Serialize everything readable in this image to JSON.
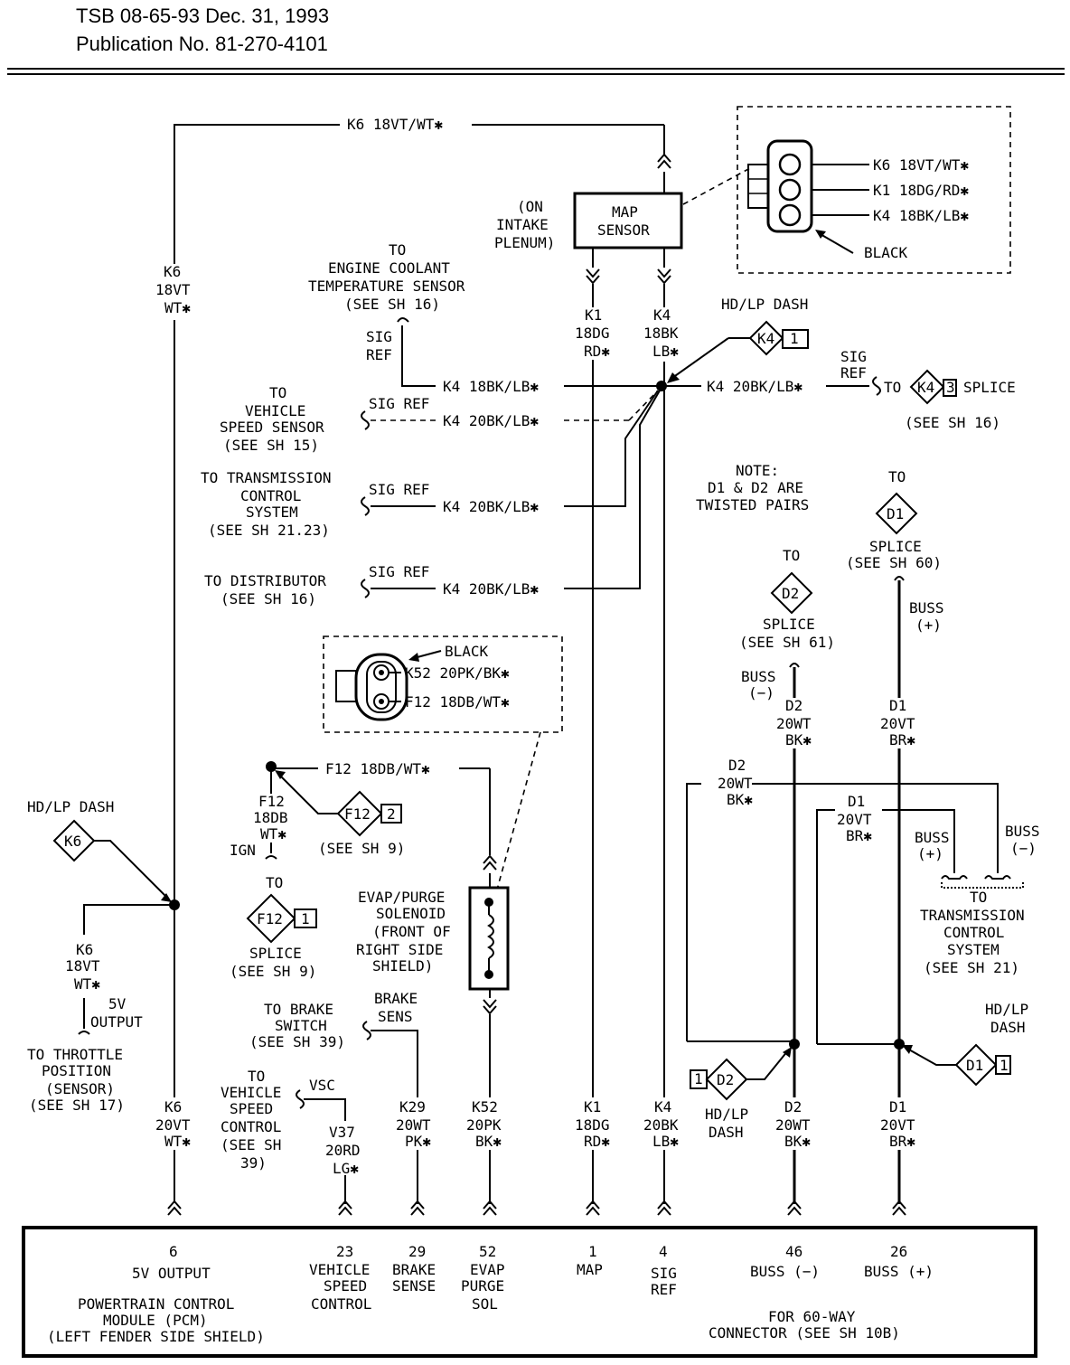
{
  "header": {
    "line1": "TSB 08-65-93 Dec. 31, 1993",
    "line2": "Publication No. 81-270-4101"
  },
  "colors": {
    "ink": "#000000",
    "paper": "#ffffff"
  },
  "map_sensor": {
    "l1": "MAP",
    "l2": "SENSOR"
  },
  "on_intake": {
    "l1": "(ON",
    "l2": "INTAKE",
    "l3": "PLENUM)"
  },
  "map_connector": {
    "pins": [
      "K6 18VT/WT✱",
      "K1 18DG/RD✱",
      "K4 18BK/LB✱"
    ],
    "color": "BLACK"
  },
  "wires": {
    "k6_top": "K6 18VT/WT✱",
    "k6_vert": [
      "K6",
      "18VT",
      "WT✱"
    ],
    "k1_vert": [
      "K1",
      "18DG",
      "RD✱"
    ],
    "k4_vert": [
      "K4",
      "18BK",
      "LB✱"
    ],
    "k4_ect": "K4 18BK/LB✱",
    "k4_vss": "K4 20BK/LB✱",
    "k4_tcs": "K4 20BK/LB✱",
    "k4_dist": "K4 20BK/LB✱",
    "k4_splice": "K4 20BK/LB✱",
    "f12_top": "F12 18DB/WT✱",
    "f12_vert": [
      "F12",
      "18DB",
      "WT✱"
    ],
    "k6_tps": [
      "K6",
      "18VT",
      "WT✱"
    ],
    "d2_mid": [
      "D2",
      "20WT",
      "BK✱"
    ],
    "d1_mid": [
      "D1",
      "20VT",
      "BR✱"
    ],
    "d2_upper": [
      "D2",
      "20WT",
      "BK✱"
    ],
    "d1_upper": [
      "D1",
      "20VT",
      "BR✱"
    ]
  },
  "ect": {
    "l1": "TO",
    "l2": "ENGINE COOLANT",
    "l3": "TEMPERATURE SENSOR",
    "l4": "(SEE SH 16)",
    "sig1": "SIG",
    "sig2": "REF"
  },
  "vss": {
    "l1": "TO",
    "l2": "VEHICLE",
    "l3": "SPEED SENSOR",
    "l4": "(SEE SH 15)",
    "sig": "SIG REF"
  },
  "tcs": {
    "l1": "TO TRANSMISSION",
    "l2": "CONTROL",
    "l3": "SYSTEM",
    "l4": "(SEE SH 21.23)",
    "sig": "SIG REF"
  },
  "dist": {
    "l1": "TO DISTRIBUTOR",
    "l2": "(SEE SH 16)",
    "sig": "SIG REF"
  },
  "hdlp_k4": {
    "label": "HD/LP DASH",
    "diamond": "K4",
    "num": "1"
  },
  "k4_splice": {
    "sig1": "SIG",
    "sig2": "REF",
    "to": "TO",
    "diamond": "K4",
    "num": "3",
    "label": "SPLICE",
    "see": "(SEE SH 16)"
  },
  "note": {
    "l1": "NOTE:",
    "l2": "D1 & D2 ARE",
    "l3": "TWISTED PAIRS"
  },
  "d1_splice": {
    "to": "TO",
    "diamond": "D1",
    "l1": "SPLICE",
    "l2": "(SEE SH 60)",
    "buss": "BUSS",
    "sign": "(+)"
  },
  "d2_splice": {
    "to": "TO",
    "diamond": "D2",
    "l1": "SPLICE",
    "l2": "(SEE SH 61)",
    "buss": "BUSS",
    "sign": "(−)"
  },
  "evap_conn": {
    "color": "BLACK",
    "pin1": "K52 20PK/BK✱",
    "pin2": "F12 18DB/WT✱"
  },
  "f12_diamond": {
    "diamond": "F12",
    "num": "2",
    "see": "(SEE SH 9)",
    "ign": "IGN"
  },
  "f12_splice": {
    "to": "TO",
    "diamond": "F12",
    "num": "1",
    "l1": "SPLICE",
    "l2": "(SEE SH 9)"
  },
  "hdlp_k6": {
    "label": "HD/LP DASH",
    "diamond": "K6"
  },
  "tps": {
    "sv1": "5V",
    "sv2": "OUTPUT",
    "l1": "TO THROTTLE",
    "l2": "POSITION",
    "l3": "(SENSOR)",
    "l4": "(SEE SH 17)"
  },
  "evap_sol": {
    "l1": "EVAP/PURGE",
    "l2": "SOLENOID",
    "l3": "(FRONT OF",
    "l4": "RIGHT SIDE",
    "l5": "SHIELD)"
  },
  "brake": {
    "l1": "TO BRAKE",
    "l2": "SWITCH",
    "l3": "(SEE SH 39)",
    "s1": "BRAKE",
    "s2": "SENS"
  },
  "vsc": {
    "l1": "TO",
    "l2": "VEHICLE",
    "l3": "SPEED",
    "l4": "CONTROL",
    "l5": "(SEE SH",
    "l6": "39)",
    "tag": "VSC"
  },
  "tcs21": {
    "b1": "BUSS",
    "b1s": "(+)",
    "b2": "BUSS",
    "b2s": "(−)",
    "l1": "TO",
    "l2": "TRANSMISSION",
    "l3": "CONTROL",
    "l4": "SYSTEM",
    "l5": "(SEE SH 21)"
  },
  "hdlp_d1": {
    "l1": "HD/LP",
    "l2": "DASH",
    "diamond": "D1",
    "num": "1"
  },
  "hdlp_d2": {
    "l1": "HD/LP",
    "l2": "DASH",
    "diamond": "D2",
    "num": "1"
  },
  "bottom_wires": [
    [
      "K6",
      "20VT",
      "WT✱"
    ],
    [
      "V37",
      "20RD",
      "LG✱"
    ],
    [
      "K29",
      "20WT",
      "PK✱"
    ],
    [
      "K52",
      "20PK",
      "BK✱"
    ],
    [
      "K1",
      "18DG",
      "RD✱"
    ],
    [
      "K4",
      "20BK",
      "LB✱"
    ],
    [
      "D2",
      "20WT",
      "BK✱"
    ],
    [
      "D1",
      "20VT",
      "BR✱"
    ]
  ],
  "pcm": {
    "pins": [
      {
        "num": "6",
        "l1": "5V OUTPUT"
      },
      {
        "num": "23",
        "l1": "VEHICLE",
        "l2": "SPEED",
        "l3": "CONTROL"
      },
      {
        "num": "29",
        "l1": "BRAKE",
        "l2": "SENSE"
      },
      {
        "num": "52",
        "l1": "EVAP",
        "l2": "PURGE",
        "l3": "SOL"
      },
      {
        "num": "1",
        "l1": "MAP"
      },
      {
        "num": "4",
        "l1": "SIG",
        "l2": "REF"
      },
      {
        "num": "46",
        "l1": "BUSS (−)"
      },
      {
        "num": "26",
        "l1": "BUSS (+)"
      }
    ],
    "name1": "POWERTRAIN CONTROL",
    "name2": "MODULE (PCM)",
    "name3": "(LEFT FENDER SIDE SHIELD)",
    "conn1": "FOR 60-WAY",
    "conn2": "CONNECTOR (SEE SH 10B)"
  }
}
